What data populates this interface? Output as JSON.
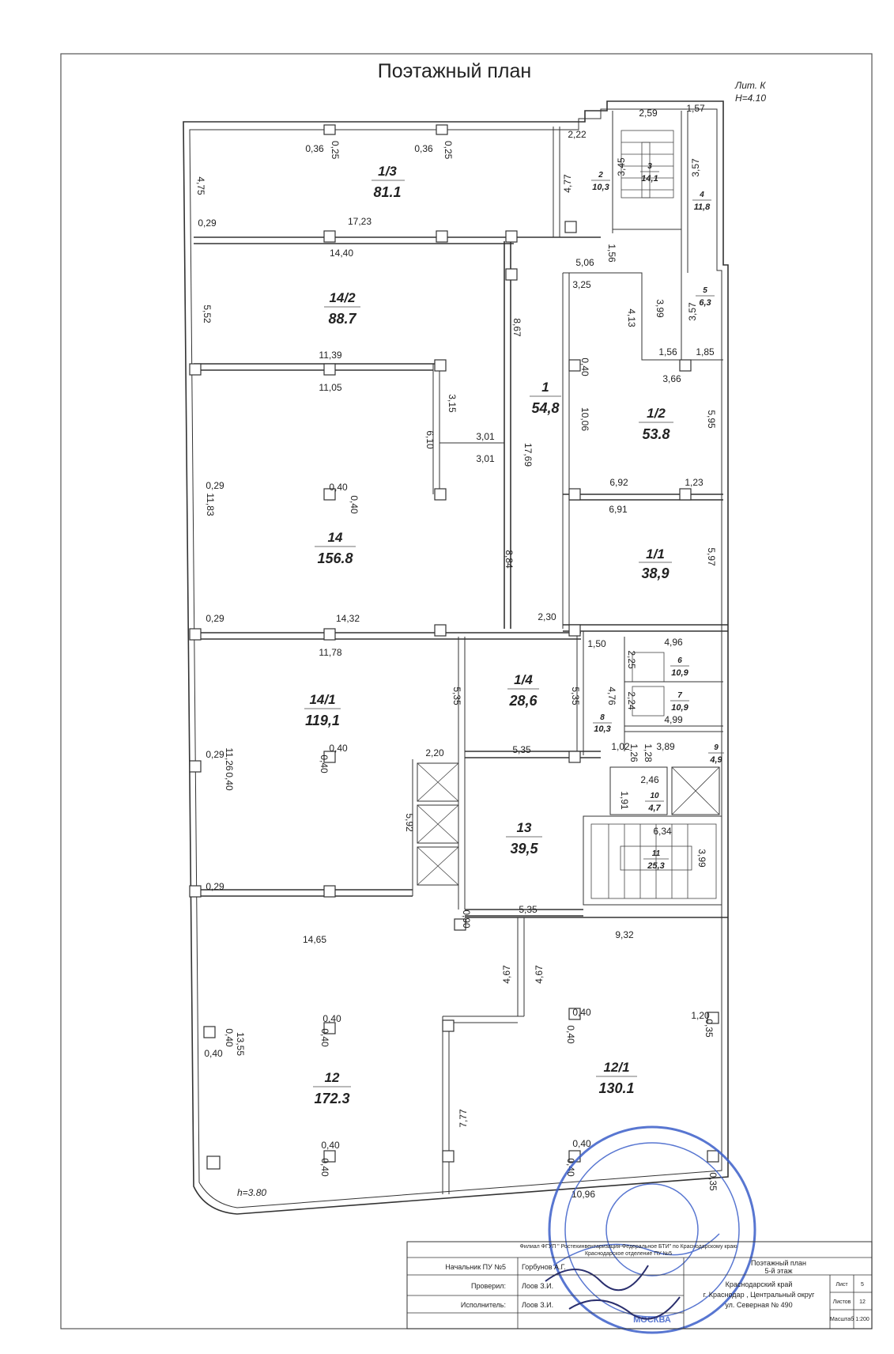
{
  "title": "Поэтажный план",
  "liter": "Лит. К",
  "height_top": "Н=4.10",
  "height_bottom": "h=3.80",
  "rooms": [
    {
      "num": "1/3",
      "area": "81.1"
    },
    {
      "num": "2",
      "area": "10,3"
    },
    {
      "num": "3",
      "area": "14,1"
    },
    {
      "num": "4",
      "area": "11,8"
    },
    {
      "num": "5",
      "area": "6,3"
    },
    {
      "num": "14/2",
      "area": "88.7"
    },
    {
      "num": "1",
      "area": "54,8"
    },
    {
      "num": "1/2",
      "area": "53.8"
    },
    {
      "num": "14",
      "area": "156.8"
    },
    {
      "num": "1/1",
      "area": "38,9"
    },
    {
      "num": "14/1",
      "area": "119,1"
    },
    {
      "num": "1/4",
      "area": "28,6"
    },
    {
      "num": "6",
      "area": "10,9"
    },
    {
      "num": "7",
      "area": "10,9"
    },
    {
      "num": "8",
      "area": "10,3"
    },
    {
      "num": "9",
      "area": "4,9"
    },
    {
      "num": "10",
      "area": "4,7"
    },
    {
      "num": "13",
      "area": "39,5"
    },
    {
      "num": "11",
      "area": "25,3"
    },
    {
      "num": "12",
      "area": "172.3"
    },
    {
      "num": "12/1",
      "area": "130.1"
    }
  ],
  "dims": [
    "0,36",
    "0,25",
    "0,36",
    "0,25",
    "2,22",
    "2,59",
    "1,57",
    "4,75",
    "4,77",
    "3,45",
    "3,57",
    "0,29",
    "17,23",
    "14,40",
    "1,56",
    "5,06",
    "3,25",
    "3,99",
    "4,13",
    "3,57",
    "5,52",
    "8,67",
    "1,56",
    "1,85",
    "11,39",
    "0,40",
    "3,66",
    "11,05",
    "3,15",
    "10,06",
    "5,95",
    "6,10",
    "3,01",
    "3,01",
    "17,69",
    "0,29",
    "6,92",
    "1,23",
    "11,83",
    "0,40",
    "0,40",
    "6,91",
    "5,97",
    "8,84",
    "0,29",
    "14,32",
    "2,30",
    "11,78",
    "1,50",
    "4,96",
    "2,25",
    "5,35",
    "5,35",
    "4,76",
    "2,24",
    "4,99",
    "0,29",
    "11,26",
    "0,40",
    "0,40",
    "0,40",
    "2,20",
    "5,35",
    "1,02",
    "1,26",
    "1,28",
    "3,89",
    "2,46",
    "1,91",
    "5,92",
    "6,34",
    "3,99",
    "0,29",
    "0,90",
    "5,35",
    "14,65",
    "9,32",
    "4,67",
    "4,67",
    "0,40",
    "0,40",
    "1,20",
    "0,35",
    "0,40",
    "0,40",
    "0,40",
    "13,55",
    "0,40",
    "0,40",
    "7,77",
    "0,40",
    "0,40",
    "0,40",
    "10,96",
    "0,35"
  ],
  "title_block": {
    "org_line1": "Филиал ФГУП \" Ростехинвентаризация-Федеральное БТИ\" по Краснодарскому краю",
    "org_line2": "Краснодарское отделение ПУ №5",
    "plan_title": "Поэтажный план",
    "floor": "5-й этаж",
    "row1_role": "Начальник ПУ №5",
    "row1_name": "Горбунов А.Г.",
    "row2_role": "Проверил:",
    "row2_name": "Лоов З.И.",
    "row3_role": "Исполнитель:",
    "row3_name": "Лоов З.И.",
    "addr1": "Краснодарский край",
    "addr2": "г. Краснодар , Центральный округ",
    "addr3": "ул. Северная  № 490",
    "sheet_label": "Лист",
    "sheet_value": "5",
    "sheets_label": "Листов",
    "sheets_value": "12",
    "scale_label": "Масштаб",
    "scale_value": "1:200"
  },
  "stamp_text": "МОСКВА",
  "colors": {
    "stamp": "#3b5fc9",
    "ink": "#222222"
  }
}
